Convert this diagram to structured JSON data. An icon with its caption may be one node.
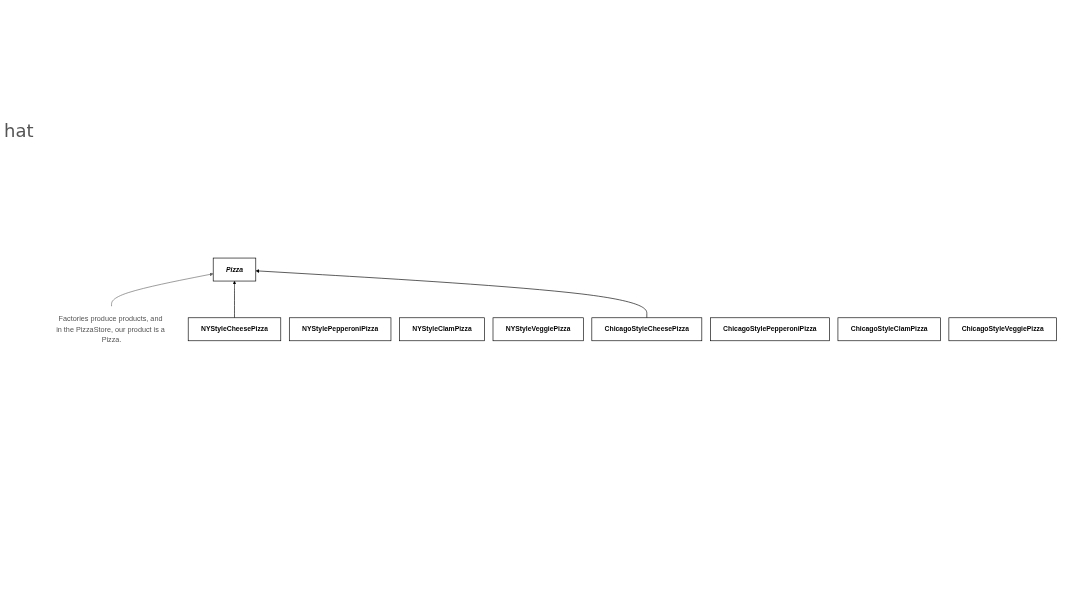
{
  "diagram": {
    "nodes": [
      {
        "text": [
          "Factories produce products, and in the PizzaStore, our product is a Pizza."
        ]
      },
      {
        "text": [
          "Pizza"
        ]
      },
      {
        "text": [
          "NYStyleCheesePizza"
        ]
      },
      {
        "text": [
          "NYStylePepperoniPizza"
        ]
      },
      {
        "text": [
          "NYStyleClamPizza"
        ]
      },
      {
        "text": [
          "NYStyleVeggiePizza"
        ]
      },
      {
        "text": [
          "ChicagoStyleCheesePizza"
        ]
      },
      {
        "text": [
          "ChicagoStylePepperoniPizza"
        ]
      },
      {
        "text": [
          "ChicagoStyleClamPizza"
        ]
      },
      {
        "text": [
          "ChicagoStyleVeggiePizza"
        ]
      }
    ],
    "edges": [
      {
        "from": 0,
        "to": 1,
        "arrow": "to",
        "color": "#666666"
      },
      {
        "from": 2,
        "to": 1,
        "arrow": "to"
      },
      {
        "from": 6,
        "to": 1,
        "arrow": "to"
      }
    ],
    "labels": [
      "hat"
    ]
  }
}
